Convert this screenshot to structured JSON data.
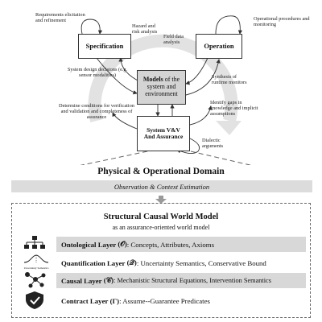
{
  "loop": {
    "specification": "Specification",
    "operation": "Operation",
    "models_bold": "Models",
    "models_rest": "of the system and environment",
    "assurance_line1": "System V&V",
    "assurance_line2": "And Assurance",
    "notes": {
      "requirements": "Requirements elicitation and refinement",
      "hazard": "Hazard and risk analysis",
      "field": "Field data analysis",
      "operational": "Operational procedures and monitoring",
      "design": "System design decisions (e.g. sensor modalities)",
      "synthesis": "Synthesis of runtime monitors",
      "conditions": "Determine conditions for verification and validation and completeness of assurance",
      "gaps": "Identify gaps in knowledge and implicit assumptions",
      "dialectic": "Dialectic arguments"
    }
  },
  "domain": {
    "title": "Physical & Operational Domain",
    "observation": "Observation & Context Estimation"
  },
  "world_model": {
    "title": "Structural Causal World Model",
    "subtitle": "as an assurance-oriented world model",
    "uncertainty_caption": "Uncertainty Semantics",
    "layers": [
      {
        "name": "Ontological Layer",
        "symbol": "(𝒪)",
        "desc": ": Concepts, Attributes, Axioms",
        "icon": "hierarchy-icon"
      },
      {
        "name": "Quantification Layer",
        "symbol": "(𝒬)",
        "desc": ": Uncertainty Semantics, Conservative Bound",
        "icon": "distribution-icon"
      },
      {
        "name": "Causal Layer",
        "symbol": "(𝒞)",
        "desc": ": Mechanistic Structural Equations, Intervention Semantics",
        "icon": "causal-graph-icon"
      },
      {
        "name": "Contract Layer",
        "symbol": "(Γ)",
        "desc": ": Assume--Guarantee Predicates",
        "icon": "shield-check-icon"
      }
    ]
  }
}
